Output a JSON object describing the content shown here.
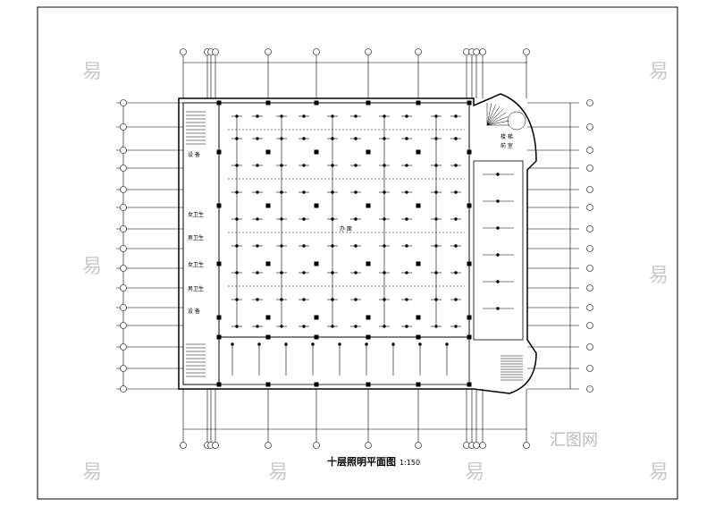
{
  "drawing": {
    "title": "十层照明平面图",
    "scale": "1:150",
    "center_room": "办 面",
    "left_rooms": [
      "设 备",
      "女卫生",
      "男卫生",
      "女卫生",
      "男卫生",
      "设 备"
    ],
    "right_rooms": [
      "楼 梯",
      "前 室"
    ],
    "watermark": "易",
    "brand": "汇图网"
  }
}
